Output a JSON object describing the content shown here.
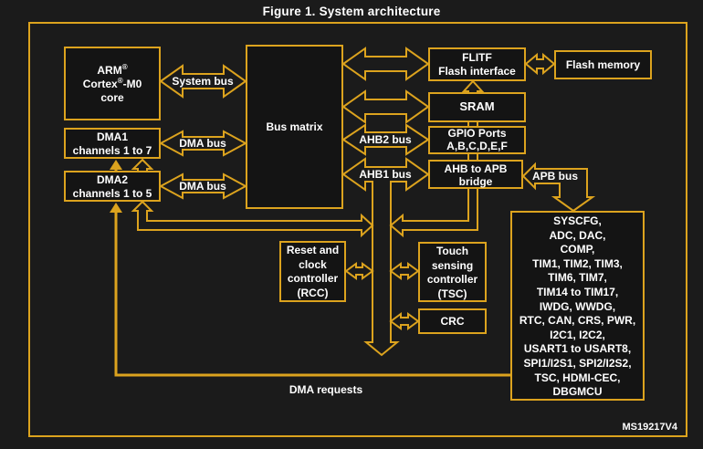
{
  "figure": {
    "title": "Figure 1. System architecture",
    "ref": "MS19217V4"
  },
  "colors": {
    "accent": "#DCA31E",
    "background": "#1B1B1B",
    "box_fill": "#141414",
    "text": "#FFFFFF"
  },
  "blocks": {
    "core": {
      "l1a": "ARM",
      "l1sup": "®",
      "l2a": "Cortex",
      "l2sup": "®",
      "l2b": "-M0",
      "l3": "core"
    },
    "dma1": {
      "lines": [
        "DMA1",
        "channels 1 to 7"
      ]
    },
    "dma2": {
      "lines": [
        "DMA2",
        "channels 1 to 5"
      ]
    },
    "bus_matrix": {
      "label": "Bus matrix"
    },
    "flitf": {
      "lines": [
        "FLITF",
        "Flash interface"
      ]
    },
    "flash_memory": {
      "label": "Flash memory"
    },
    "sram": {
      "label": "SRAM"
    },
    "gpio": {
      "lines": [
        "GPIO Ports",
        "A,B,C,D,E,F"
      ]
    },
    "ahb_apb_bridge": {
      "lines": [
        "AHB to APB",
        "bridge"
      ]
    },
    "rcc": {
      "lines": [
        "Reset and",
        "clock",
        "controller",
        "(RCC)"
      ]
    },
    "tsc": {
      "lines": [
        "Touch",
        "sensing",
        "controller",
        "(TSC)"
      ]
    },
    "crc": {
      "label": "CRC"
    },
    "peripherals": {
      "lines": [
        "SYSCFG,",
        "ADC, DAC,",
        "COMP,",
        "TIM1, TIM2, TIM3,",
        "TIM6, TIM7,",
        "TIM14 to TIM17,",
        "IWDG, WWDG,",
        "RTC, CAN, CRS, PWR,",
        "I2C1, I2C2,",
        "USART1 to USART8,",
        "SPI1/I2S1, SPI2/I2S2,",
        "TSC, HDMI-CEC,",
        "DBGMCU"
      ]
    }
  },
  "buses": {
    "system": "System bus",
    "dma1": "DMA bus",
    "dma2": "DMA bus",
    "ahb2": "AHB2 bus",
    "ahb1": "AHB1 bus",
    "apb": "APB bus",
    "dma_requests": "DMA requests"
  }
}
